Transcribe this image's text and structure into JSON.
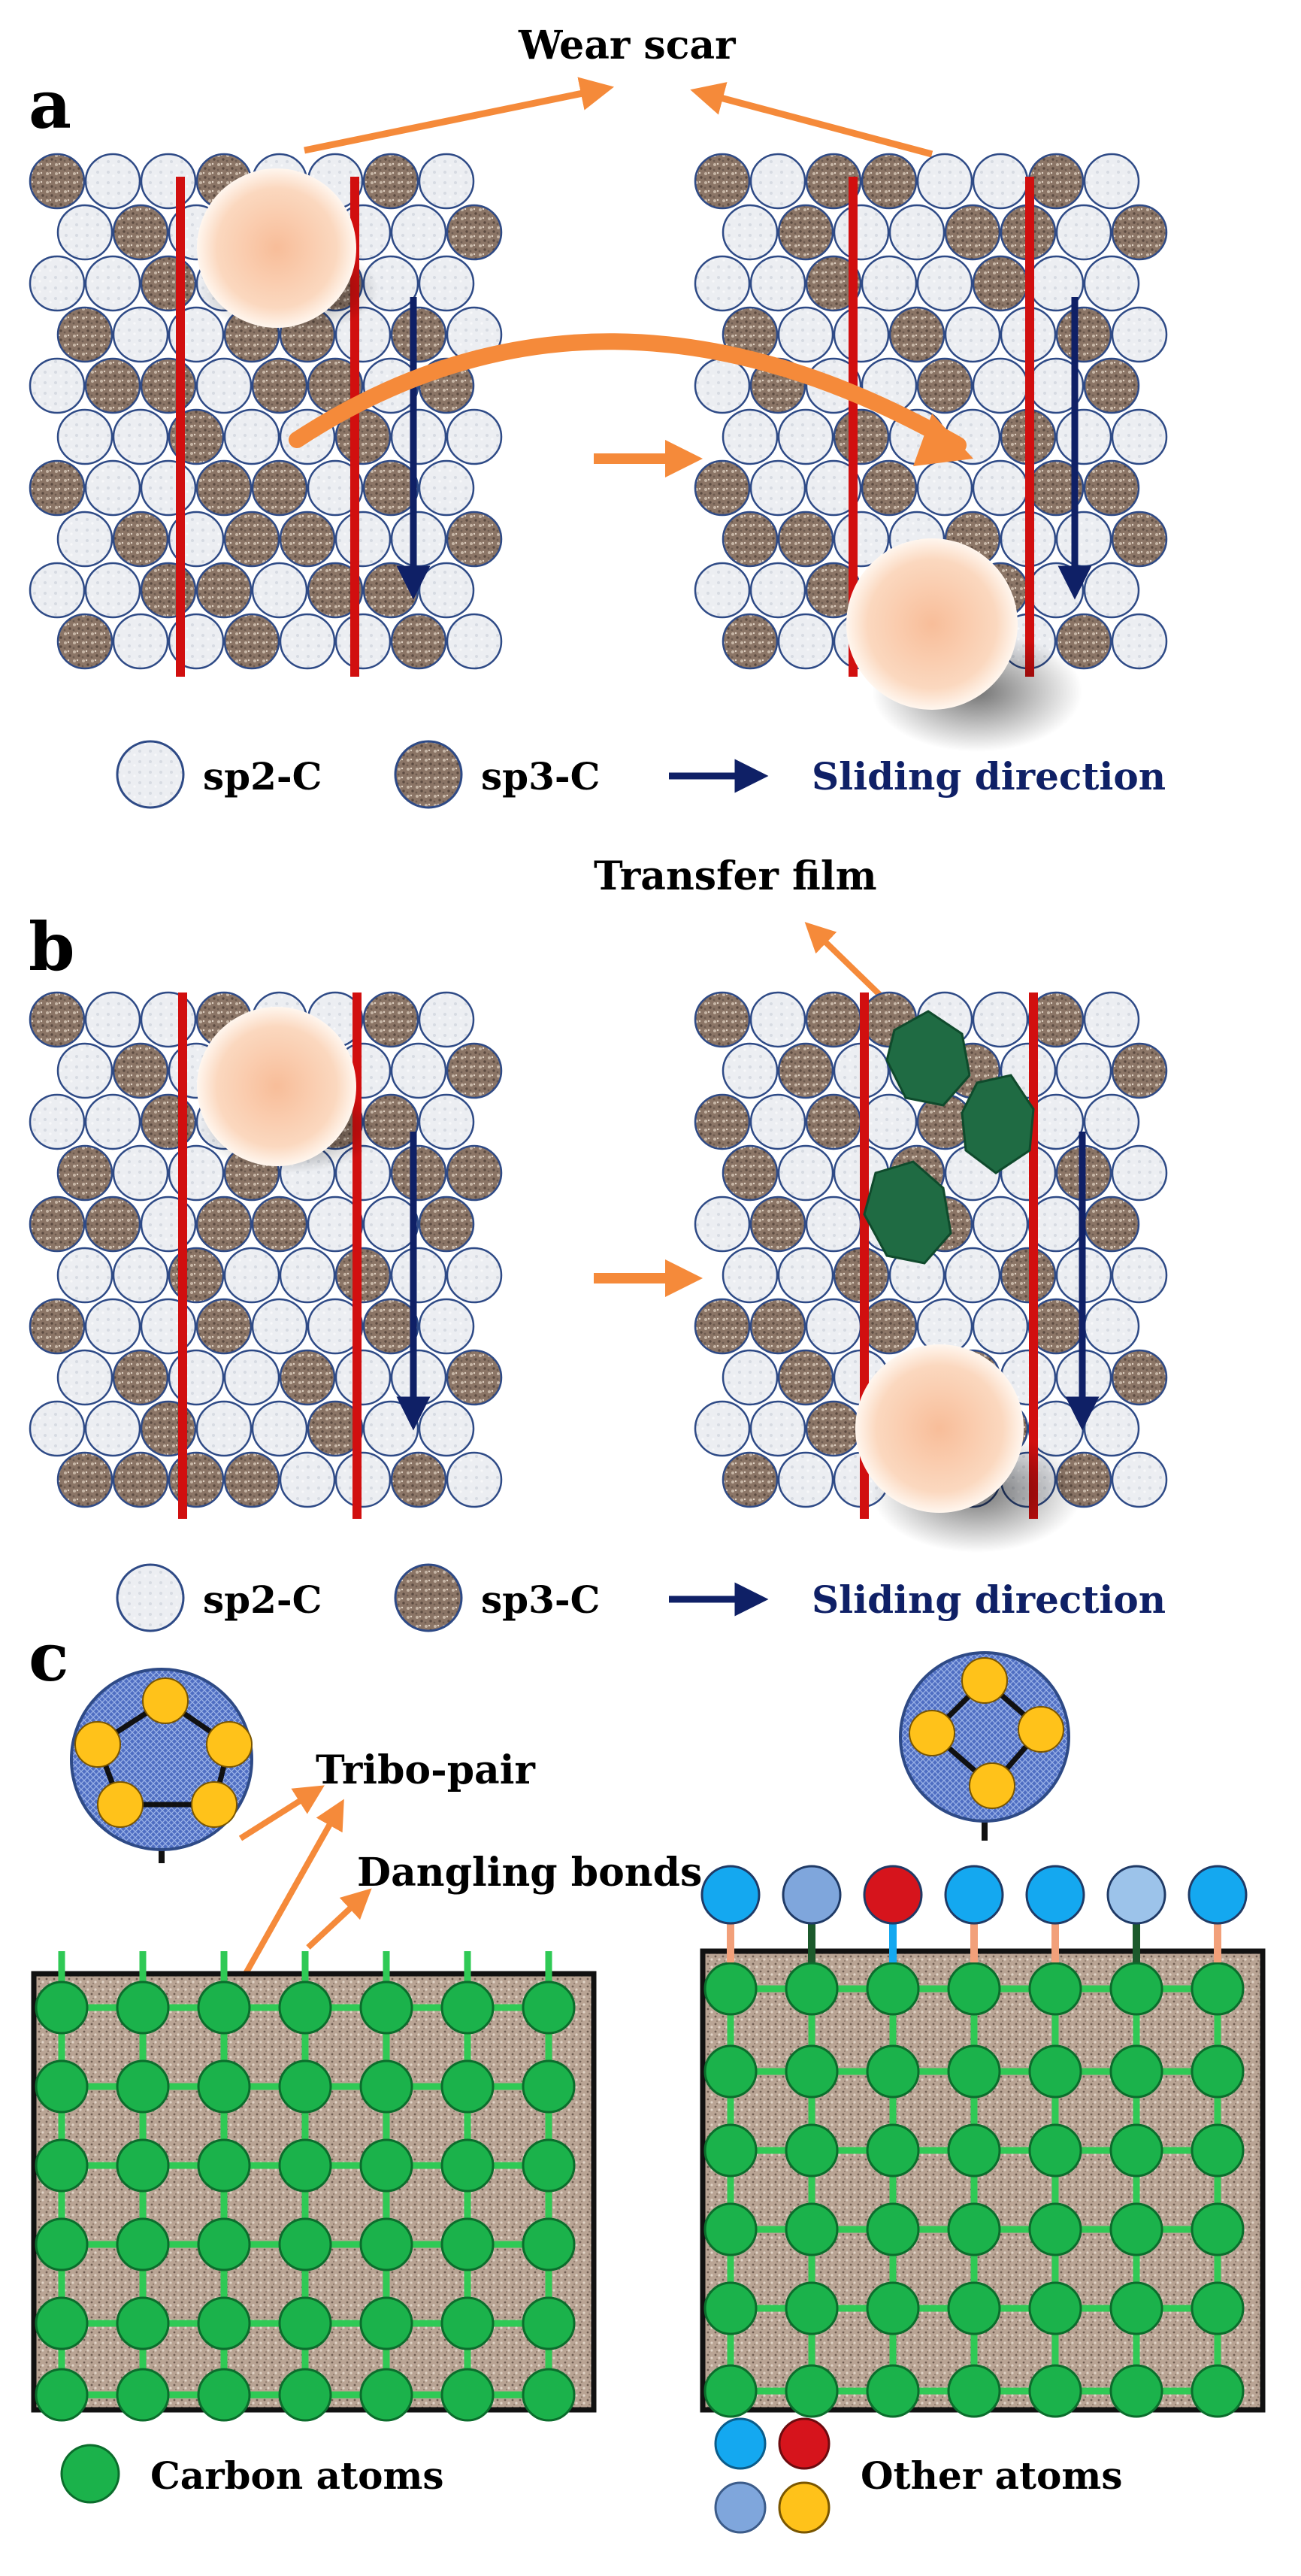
{
  "panels": {
    "a": {
      "letter": "a",
      "wear_scar_label": "Wear scar",
      "legend": {
        "sp2": "sp2-C",
        "sp3": "sp3-C",
        "sliding": "Sliding direction"
      }
    },
    "b": {
      "letter": "b",
      "transfer_film_label": "Transfer film",
      "legend": {
        "sp2": "sp2-C",
        "sp3": "sp3-C",
        "sliding": "Sliding direction"
      }
    },
    "c": {
      "letter": "c",
      "tribo_pair_label": "Tribo-pair",
      "dangling_bonds_label": "Dangling bonds",
      "carbon_atoms_label": "Carbon atoms",
      "other_atoms_label": "Other atoms"
    }
  },
  "colors": {
    "sp2_fill": "#e8eaee",
    "sp3_fill": "#8b7566",
    "circle_outline": "#2e4a86",
    "scar_line": "#d10f0f",
    "orange_arrow": "#f58a3a",
    "navy_arrow": "#0f2066",
    "ball": "#f8c8a8",
    "transfer_film": "#1f6b43",
    "carbon_atom": "#1bb24b",
    "bond_green": "#2fc955",
    "tribo_atom": "#ffc21a",
    "tribo_body": "#4f6ec2",
    "other_atom_cyan": "#14a8f0",
    "other_atom_red": "#d6141c",
    "other_atom_lightblue": "#7fa6dc"
  }
}
